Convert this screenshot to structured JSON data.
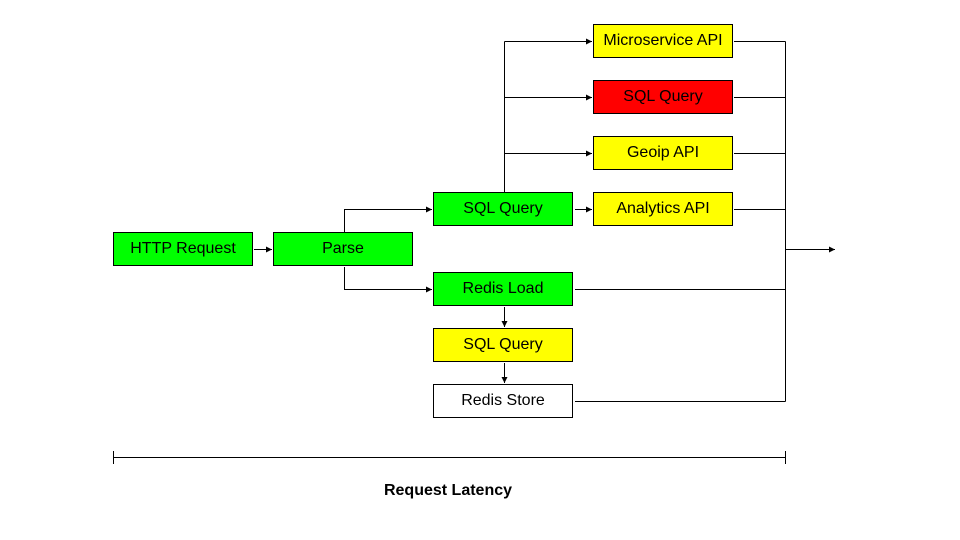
{
  "colors": {
    "green": "#00ff00",
    "yellow": "#ffff00",
    "red": "#ff0000",
    "white": "#ffffff",
    "line": "#000000"
  },
  "nodes": {
    "http_request": {
      "label": "HTTP Request",
      "color": "#00ff00"
    },
    "parse": {
      "label": "Parse",
      "color": "#00ff00"
    },
    "sql_query_main": {
      "label": "SQL Query",
      "color": "#00ff00"
    },
    "redis_load": {
      "label": "Redis Load",
      "color": "#00ff00"
    },
    "sql_query_cache": {
      "label": "SQL Query",
      "color": "#ffff00"
    },
    "redis_store": {
      "label": "Redis Store",
      "color": "#ffffff"
    },
    "microservice_api": {
      "label": "Microservice API",
      "color": "#ffff00"
    },
    "sql_query_fanout": {
      "label": "SQL Query",
      "color": "#ff0000"
    },
    "geoip_api": {
      "label": "Geoip API",
      "color": "#ffff00"
    },
    "analytics_api": {
      "label": "Analytics API",
      "color": "#ffff00"
    }
  },
  "caption": "Request Latency"
}
